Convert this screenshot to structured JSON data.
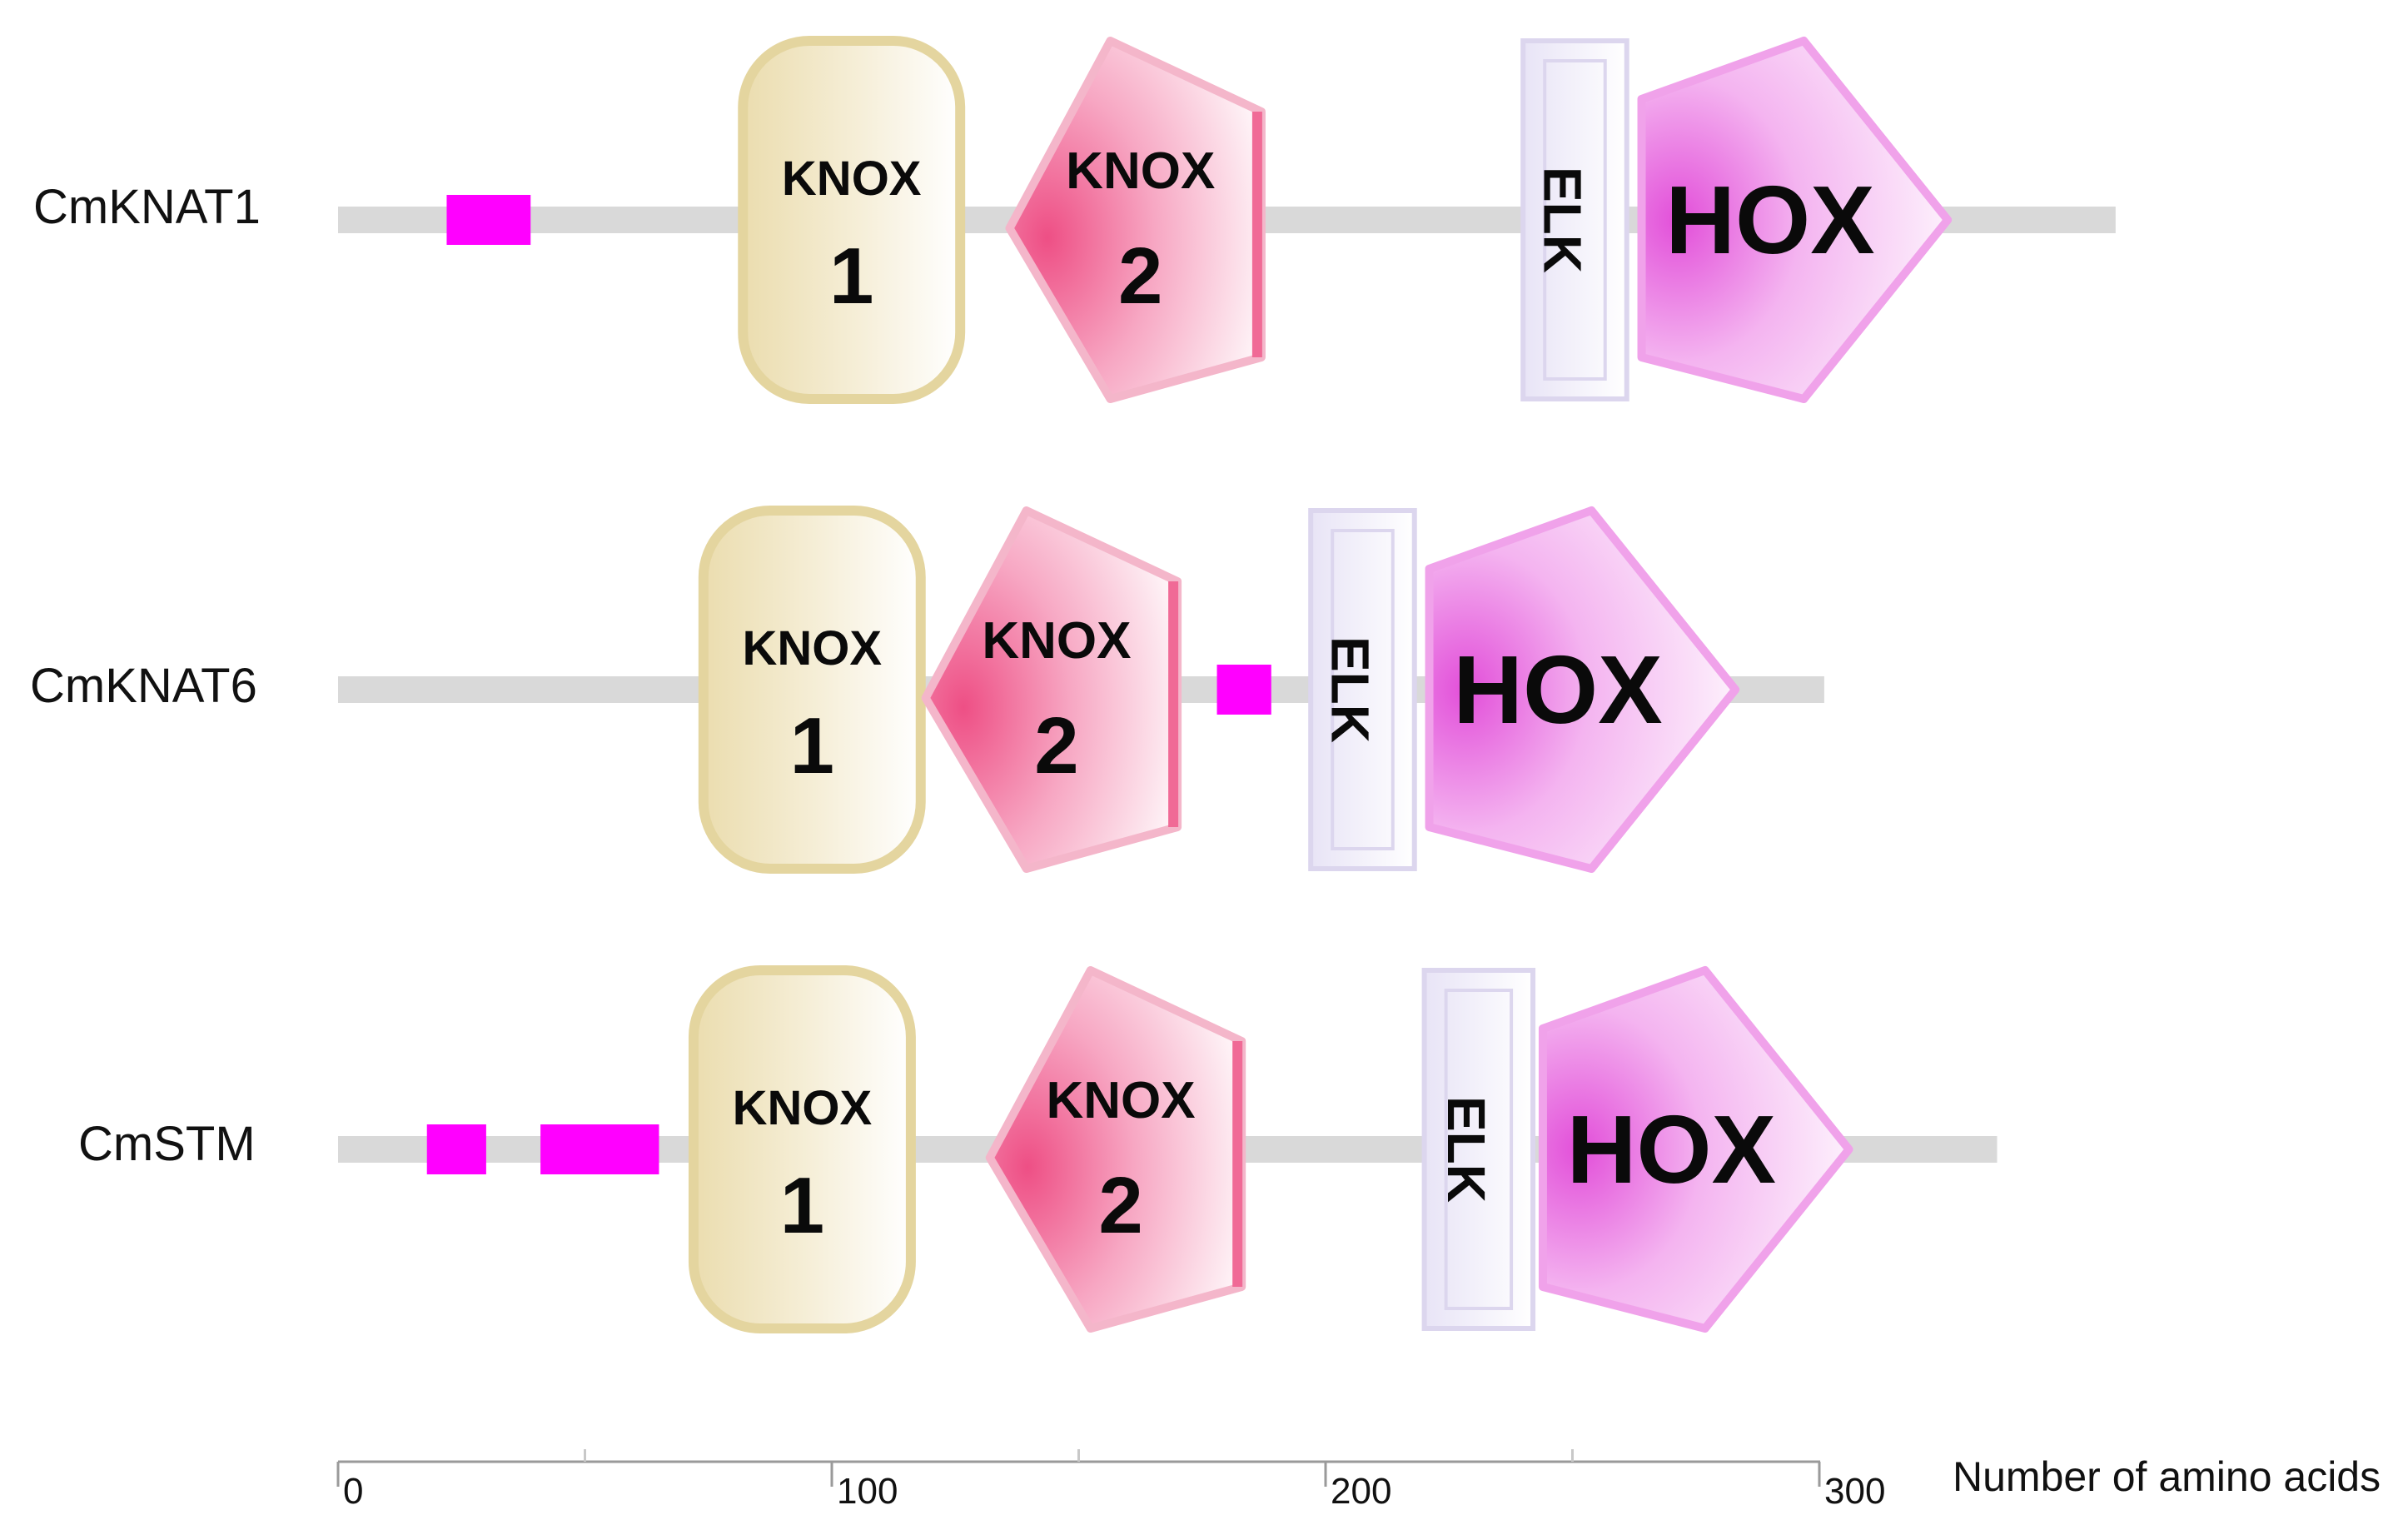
{
  "proteins": [
    {
      "name": "CmKNAT1",
      "motifs": [
        {
          "start": 22,
          "end": 39
        }
      ],
      "domains": [
        {
          "type": "KNOX1",
          "line1": "KNOX",
          "line2": "1",
          "start": 82,
          "end": 126
        },
        {
          "type": "KNOX2",
          "line1": "KNOX",
          "line2": "2",
          "start": 136,
          "end": 187
        },
        {
          "type": "ELK",
          "label": "ELK",
          "start": 240,
          "end": 261
        },
        {
          "type": "HOX",
          "label": "HOX",
          "start": 264,
          "end": 326
        }
      ],
      "length": 360
    },
    {
      "name": "CmKNAT6",
      "motifs": [
        {
          "start": 178,
          "end": 189
        }
      ],
      "domains": [
        {
          "type": "KNOX1",
          "line1": "KNOX",
          "line2": "1",
          "start": 74,
          "end": 118
        },
        {
          "type": "KNOX2",
          "line1": "KNOX",
          "line2": "2",
          "start": 119,
          "end": 170
        },
        {
          "type": "ELK",
          "label": "ELK",
          "start": 197,
          "end": 218
        },
        {
          "type": "HOX",
          "label": "HOX",
          "start": 221,
          "end": 283
        }
      ],
      "length": 301
    },
    {
      "name": "CmSTM",
      "motifs": [
        {
          "start": 18,
          "end": 30
        },
        {
          "start": 41,
          "end": 65
        }
      ],
      "domains": [
        {
          "type": "KNOX1",
          "line1": "KNOX",
          "line2": "1",
          "start": 72,
          "end": 116
        },
        {
          "type": "KNOX2",
          "line1": "KNOX",
          "line2": "2",
          "start": 132,
          "end": 183
        },
        {
          "type": "ELK",
          "label": "ELK",
          "start": 220,
          "end": 242
        },
        {
          "type": "HOX",
          "label": "HOX",
          "start": 244,
          "end": 306
        }
      ],
      "length": 336
    }
  ],
  "axis": {
    "min": 0,
    "max": 300,
    "major_ticks": [
      0,
      100,
      200,
      300
    ],
    "minor_ticks": [
      50,
      150,
      250
    ],
    "tick_labels": [
      "0",
      "100",
      "200",
      "300"
    ],
    "title": "Number of amino acids"
  },
  "colors": {
    "backbone": "#d9d9d9",
    "motif": "#ff00ff",
    "knox1_fill": "#f0e6c4",
    "knox1_edge": "#e4d59f",
    "knox2_fill": "#f06a96",
    "knox2_edge": "#f4b6ca",
    "elk_fill": "#f4f2fb",
    "elk_edge": "#dcd6ee",
    "hox_fill": "#ea60e0",
    "hox_edge": "#f0a2ea"
  }
}
